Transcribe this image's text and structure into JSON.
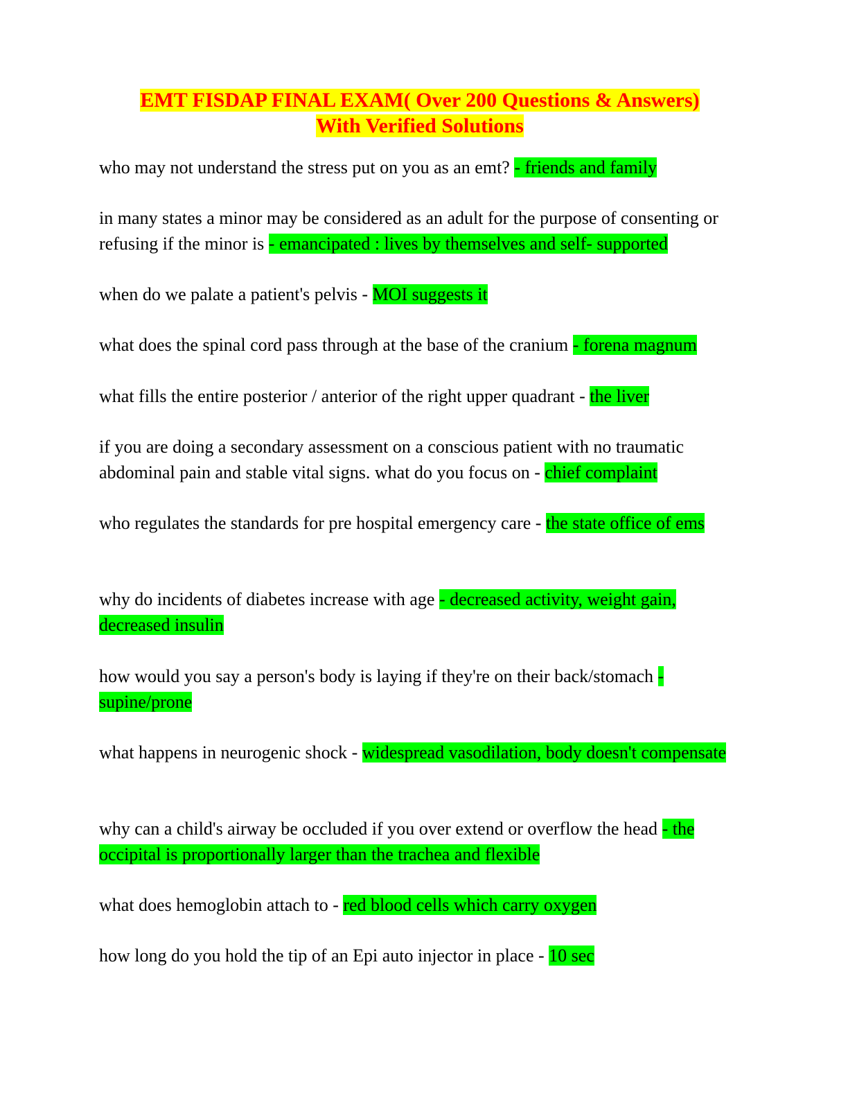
{
  "title": {
    "line1": "EMT FISDAP FINAL EXAM( Over 200 Questions & Answers)",
    "line2": "With Verified Solutions"
  },
  "colors": {
    "title_text": "#ff0000",
    "title_highlight": "#ffff00",
    "answer_highlight": "#00ff00"
  },
  "items": [
    {
      "q": "who may not understand the stress put on you as an emt? ",
      "a": "- friends and family"
    },
    {
      "q": "in many states a minor may be considered as an adult for the purpose of consenting or refusing if the minor is ",
      "a": "- emancipated : lives by themselves and self- supported"
    },
    {
      "q": "when do we palate a patient's pelvis - ",
      "a": "MOI suggests it"
    },
    {
      "q": "what does the spinal cord pass through at the base of the cranium ",
      "a": "- forena magnum"
    },
    {
      "q": "what fills the entire posterior / anterior of the right upper quadrant - ",
      "a": "the liver"
    },
    {
      "q": "if you are doing a secondary assessment on a conscious patient with no traumatic abdominal pain and stable vital signs. what do you focus on - ",
      "a": "chief complaint"
    },
    {
      "q": "who regulates the standards for pre hospital emergency care - ",
      "a": "the state office of ems"
    },
    {
      "q": "why do incidents of diabetes increase with age ",
      "a": "- decreased activity, weight gain, decreased insulin"
    },
    {
      "q": "how would you say a person's body is laying if they're on their back/stomach ",
      "a": "- supine/prone"
    },
    {
      "q": "what happens in neurogenic shock - ",
      "a": "widespread vasodilation, body doesn't compensate"
    },
    {
      "q": "why can a child's airway be occluded if you over extend or overflow the head ",
      "a": "- the occipital is proportionally larger than the trachea and flexible"
    },
    {
      "q": "what does hemoglobin attach to - ",
      "a": "red blood cells which carry oxygen"
    },
    {
      "q": "how long do you hold the tip of an Epi auto injector in place - ",
      "a": "10 sec"
    }
  ]
}
